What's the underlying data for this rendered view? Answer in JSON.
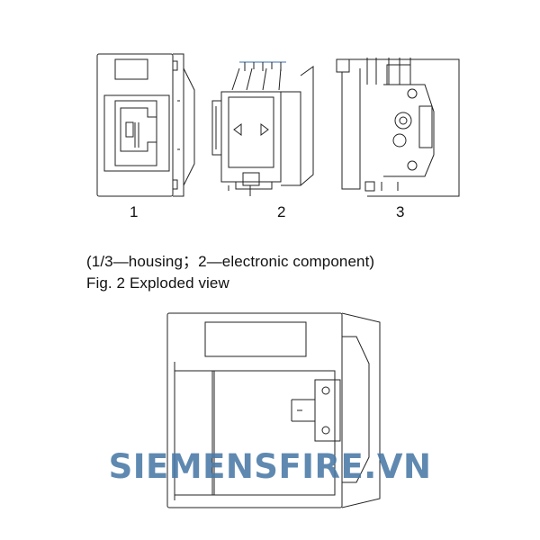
{
  "figure_numbers": [
    "1",
    "2",
    "3"
  ],
  "caption_legend": "(1/3—housing；2—electronic component)",
  "caption_title": "Fig. 2  Exploded view",
  "watermark": "SIEMENSFIRE.VN",
  "colors": {
    "line": "#222222",
    "watermark": "#4a79a6",
    "wire_accent": "#3d6fb0"
  },
  "icons": [
    "left-arrow-icon",
    "right-arrow-icon"
  ]
}
